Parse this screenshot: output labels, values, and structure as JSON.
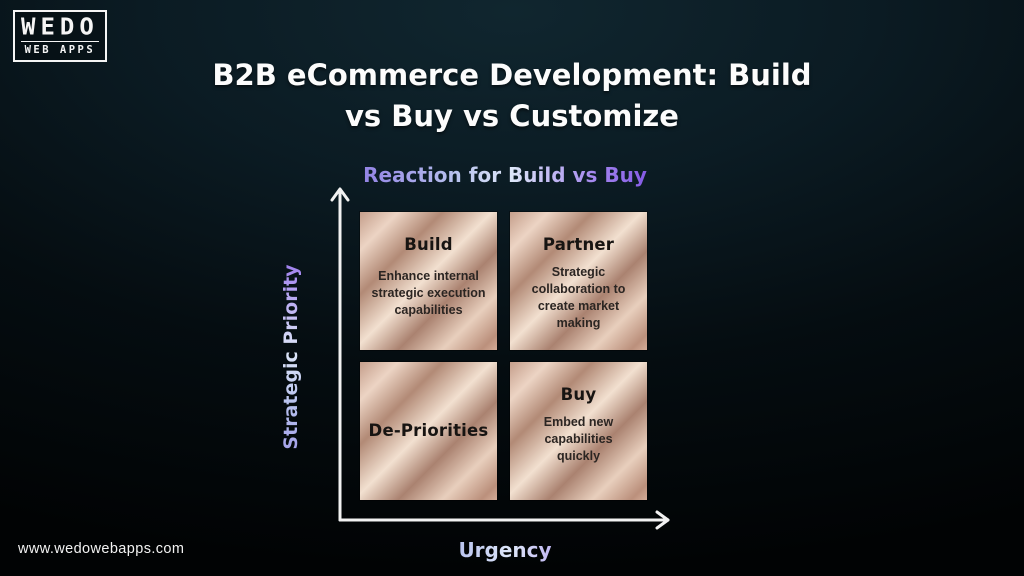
{
  "logo": {
    "line1": "WEDO",
    "line2": "WEB APPS"
  },
  "title": {
    "line1": "B2B eCommerce Development: Build",
    "line2": "vs Buy vs Customize"
  },
  "subtitle": "Reaction for Build vs Buy",
  "matrix": {
    "y_axis_label": "Strategic Priority",
    "x_axis_label": "Urgency",
    "quadrants": [
      {
        "id": "build",
        "heading": "Build",
        "description": "Enhance internal strategic execution capabilities"
      },
      {
        "id": "partner",
        "heading": "Partner",
        "description": "Strategic collaboration to create market making"
      },
      {
        "id": "de-priorities",
        "heading": "De-Priorities",
        "description": ""
      },
      {
        "id": "buy",
        "heading": "Buy",
        "description": "Embed new capabilities quickly"
      }
    ]
  },
  "footer": {
    "website": "www.wedowebapps.com"
  },
  "colors": {
    "background_top": "#10262f",
    "background_bottom": "#010304",
    "accent_purple": "#8a74e2",
    "accent_purple_light": "#dde6f8",
    "accent_purple_deep": "#7747e0",
    "tile_metallic_light": "#f2e0d0",
    "tile_metallic_dark": "#aa8270",
    "tile_text": "#171412",
    "axis_line": "#f2f2f2",
    "title_text": "#fcfcfc"
  }
}
